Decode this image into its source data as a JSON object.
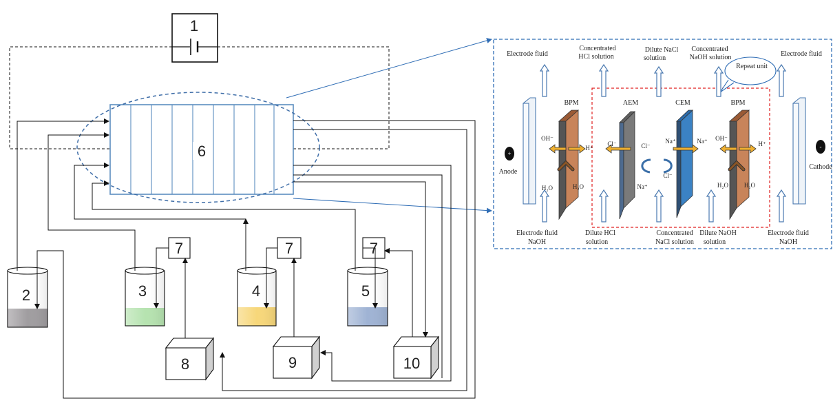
{
  "process": {
    "power_supply_num": "1",
    "stack_num": "6",
    "tanks": [
      {
        "num": "2"
      },
      {
        "num": "3"
      },
      {
        "num": "4"
      },
      {
        "num": "5"
      }
    ],
    "meters": [
      "7",
      "7",
      "7"
    ],
    "pumps": [
      "8",
      "9",
      "10"
    ]
  },
  "cell": {
    "top_labels": {
      "electrode_fluid_left": "Electrode fluid",
      "conc_hcl_1": "Concentrated",
      "conc_hcl_2": "HCl  solution",
      "dilute_nacl_1": "Dilute  NaCl",
      "dilute_nacl_2": "solution",
      "conc_naoh_1": "Concentrated",
      "conc_naoh_2": "NaOH  solution",
      "electrode_fluid_right": "Electrode fluid"
    },
    "repeat_unit": "Repeat unit",
    "membranes": {
      "bpm_left": "BPM",
      "aem": "AEM",
      "cem": "CEM",
      "bpm_right": "BPM"
    },
    "electrodes": {
      "anode": "Anode",
      "anode_sign": "+",
      "cathode": "Cathode",
      "cathode_sign": "-"
    },
    "ions": {
      "oh_left": "OH⁻",
      "h_left": "H⁺",
      "h2o_left": "H₂O",
      "h2o_left2": "H₂O",
      "cl_aem_left": "Cl⁻",
      "cl_aem_right": "Cl⁻",
      "na_aem": "Na⁺",
      "na_cem_left": "Na⁺",
      "na_cem_right": "Na⁺",
      "cl_cem": "Cl⁻",
      "oh_right": "OH⁻",
      "h_right": "H⁺",
      "h2o_right": "H₂O",
      "h2o_right2": "H₂O"
    },
    "bottom_labels": {
      "electrode_fluid_left_1": "Electrode fluid",
      "electrode_fluid_left_2": "NaOH",
      "dilute_hcl_1": "Dilute  HCl",
      "dilute_hcl_2": "solution",
      "conc_nacl_1": "Concentrated",
      "conc_nacl_2": "NaCl  solution",
      "dilute_naoh_1": "Dilute  NaOH",
      "dilute_naoh_2": "solution",
      "electrode_fluid_right_1": "Electrode fluid",
      "electrode_fluid_right_2": "NaOH"
    }
  },
  "colors": {
    "bpm": "#c8845a",
    "aem": "#7a7a7a",
    "cem": "#3b82c4",
    "tank2_liquid": "#a09da0",
    "tank3_liquid": "#b6e3b0",
    "tank4_liquid": "#f7d77a",
    "tank5_liquid": "#9fb3d4",
    "callout": "#2f6db5",
    "repeat_box": "#e02020",
    "flow_arrow": "#4a79b0",
    "ion_arrow": "#f0b030"
  }
}
